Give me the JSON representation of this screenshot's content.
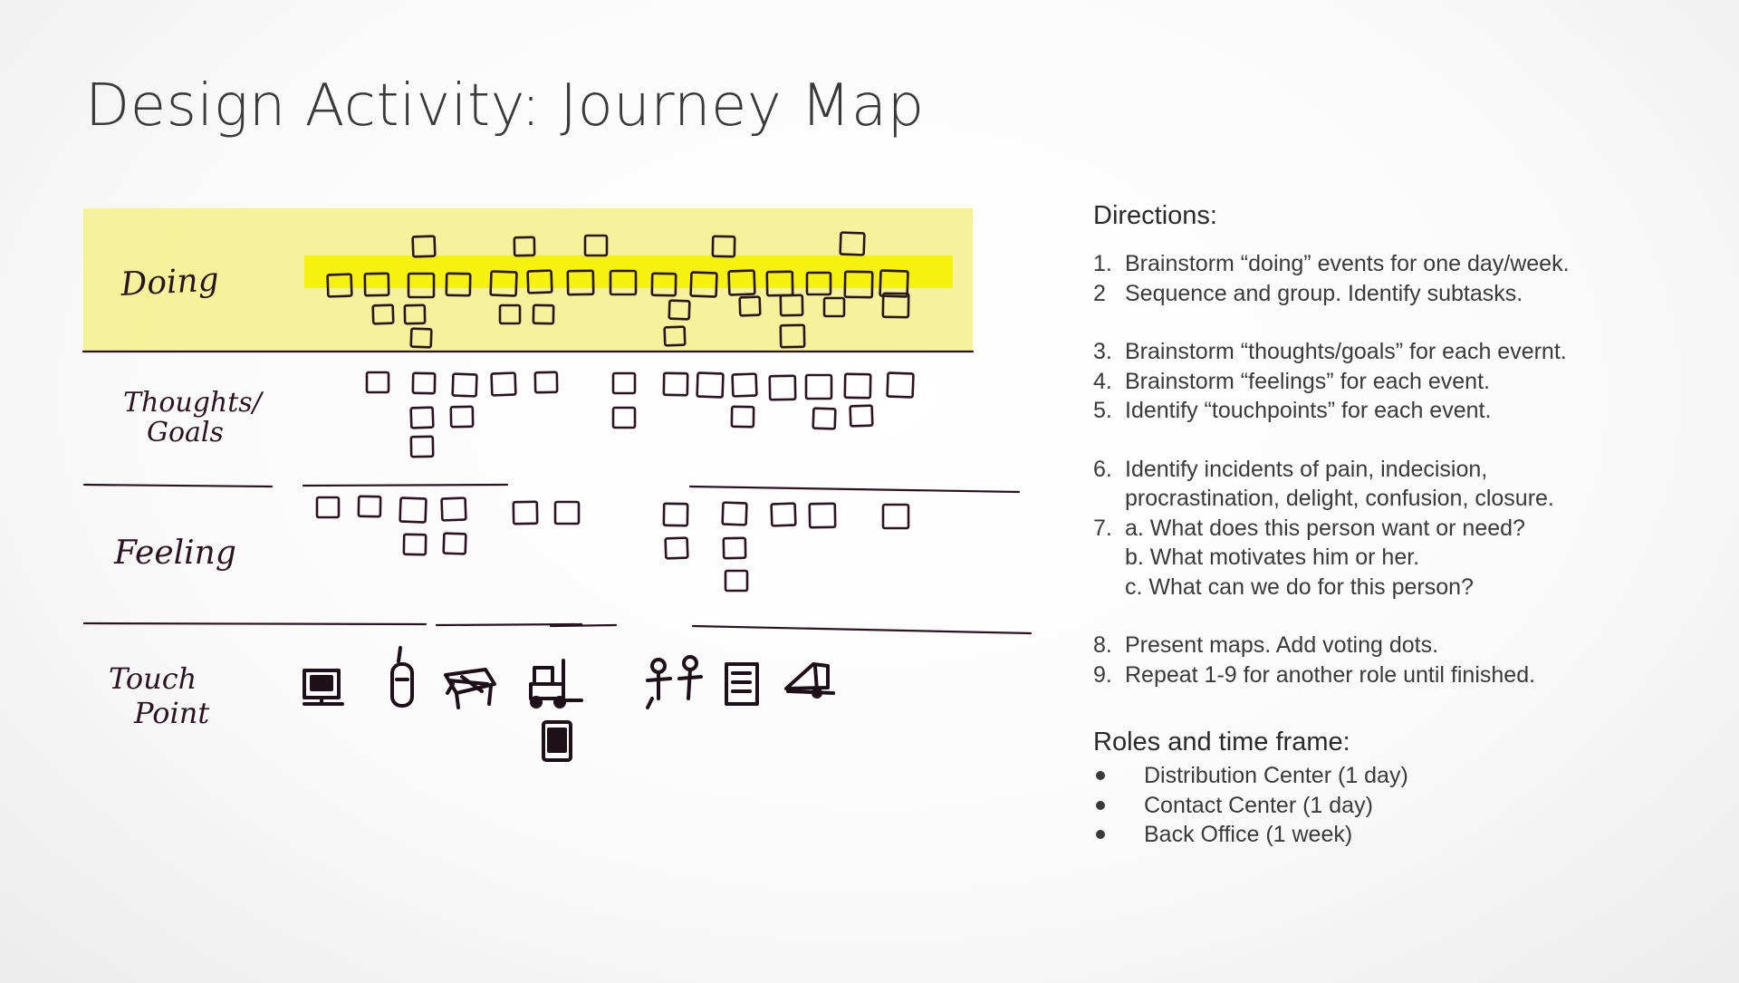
{
  "slide": {
    "title": "Design Activity: Journey Map"
  },
  "journey_map": {
    "rows": [
      {
        "label": "Doing"
      },
      {
        "label_line1": "Thoughts/",
        "label_line2": "Goals"
      },
      {
        "label": "Feeling"
      },
      {
        "label_line1": "Touch",
        "label_line2": "Point"
      }
    ],
    "highlight_color": "#f5f08a",
    "marker_highlight_color": "#f6f20f",
    "ink_color": "#2a1420",
    "touchpoint_icons": [
      "monitor-icon",
      "handheld-scanner-icon",
      "package-icon",
      "forklift-icon",
      "people-icon",
      "document-icon",
      "delivery-truck-icon",
      "mobile-device-icon"
    ]
  },
  "directions": {
    "heading": "Directions:",
    "steps": [
      {
        "num": "1.",
        "text": "Brainstorm “doing” events for one day/week."
      },
      {
        "num": "2",
        "text": "Sequence and group. Identify subtasks."
      },
      {
        "num": "3.",
        "text": "Brainstorm “thoughts/goals” for each evernt."
      },
      {
        "num": "4.",
        "text": "Brainstorm “feelings” for each event."
      },
      {
        "num": "5.",
        "text": "Identify “touchpoints” for each event."
      },
      {
        "num": "6.",
        "text": "Identify incidents of pain, indecision,"
      },
      {
        "text": "procrastination, delight, confusion, closure."
      },
      {
        "num": "7.",
        "text": "a. What does this person want or need?"
      },
      {
        "text": "b. What motivates him or her."
      },
      {
        "text": "c. What can we do for this person?"
      },
      {
        "num": "8.",
        "text": "Present maps. Add voting dots."
      },
      {
        "num": "9.",
        "text": "Repeat 1-9 for another role until finished."
      }
    ]
  },
  "roles": {
    "heading": "Roles and time frame:",
    "items": [
      "Distribution Center (1 day)",
      "Contact Center (1 day)",
      "Back Office (1 week)"
    ]
  }
}
